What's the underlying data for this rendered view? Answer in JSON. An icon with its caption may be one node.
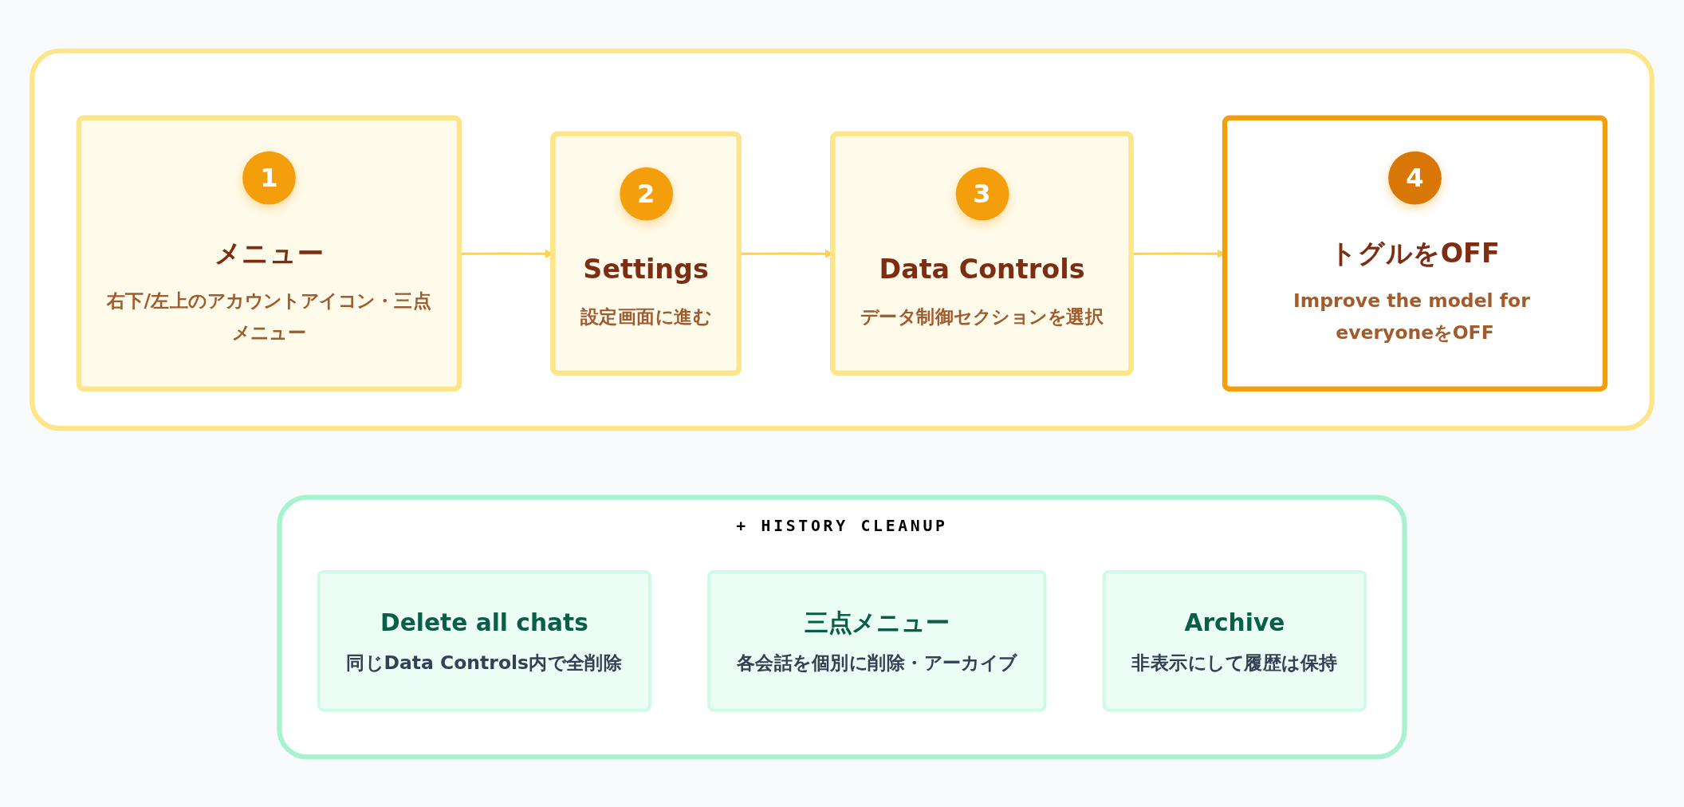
{
  "diagram": {
    "nodes": [
      {
        "text": [],
        "shape": "box"
      },
      {
        "text": [
          "1",
          "メニュー",
          "右下/左上のアカウントアイコン・三点メニュー"
        ],
        "in": 0
      },
      {
        "text": [
          "2",
          "Settings",
          "設定画面に進む"
        ],
        "in": 0
      },
      {
        "text": [
          "3",
          "Data Controls",
          "データ制御セクションを選択"
        ],
        "in": 0
      },
      {
        "text": [
          "4",
          "トグルをOFF",
          "Improve the model for everyoneをOFF"
        ],
        "in": 0
      },
      {
        "text": [
          "+ HISTORY CLEANUP"
        ]
      },
      {
        "text": [
          "Delete all chats",
          "同じData Controls内で全削除"
        ],
        "in": 5
      },
      {
        "text": [
          "三点メニュー",
          "各会話を個別に削除・アーカイブ"
        ],
        "in": 5
      },
      {
        "text": [
          "Archive",
          "非表示にして履歴は保持"
        ],
        "in": 5
      }
    ],
    "edges": [
      {
        "from": 1,
        "to": 2,
        "arrow": "to"
      },
      {
        "from": 2,
        "to": 3,
        "arrow": "to"
      },
      {
        "from": 3,
        "to": 4,
        "arrow": "to"
      }
    ]
  }
}
